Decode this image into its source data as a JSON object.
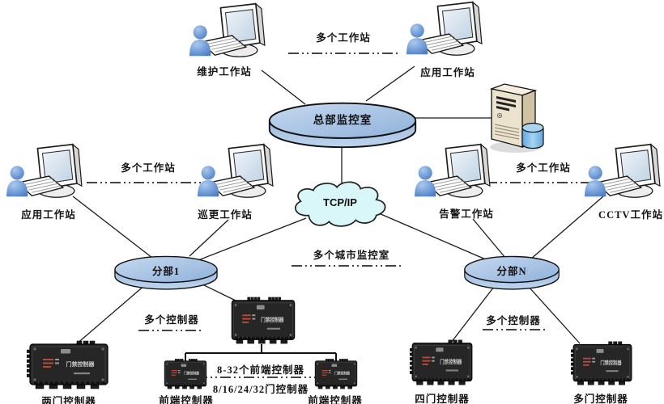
{
  "hubs": {
    "hq": "总部监控室",
    "tcpip": "TCP/IP",
    "branch1": "分部1",
    "branchN": "分部N"
  },
  "workstations": {
    "maintenance": "维护工作站",
    "application_top": "应用工作站",
    "application_left": "应用工作站",
    "patrol": "巡更工作站",
    "alarm": "告警工作站",
    "cctv": "CCTV工作站"
  },
  "annotations": {
    "multi_ws_top": "多个工作站",
    "multi_ws_left": "多个工作站",
    "multi_ws_right": "多个工作站",
    "multi_city_rooms": "多个城市监控室",
    "multi_ctrl_left": "多个控制器",
    "multi_ctrl_right": "多个控制器",
    "frontend_count_range": "8-32个前端控制器",
    "door_count_range": "8/16/24/32门控制器"
  },
  "controllers": {
    "two_door": "两门控制器",
    "frontend_left": "前端控制器",
    "frontend_right": "前端控制器",
    "four_door": "四门控制器",
    "multi_door": "多门控制器",
    "device_faceplate_text": "门禁控制器"
  },
  "colors": {
    "disk_top_light": "#c6d9f0",
    "disk_top_dark": "#8fb1da",
    "disk_side_light": "#bdd5ef",
    "disk_side_dark": "#9db9dd",
    "cloud_fill": "#d9f6f8",
    "person_light": "#a9c9ef",
    "person_dark": "#4a7cc4",
    "server_front": "#ece3cf",
    "server_side": "#cfc3a4",
    "server_top": "#f6efdf",
    "cylinder_light": "#a8d4f0",
    "cylinder_dark": "#5ea7e0",
    "device_black": "#262626",
    "line": "#1a1a1a"
  }
}
